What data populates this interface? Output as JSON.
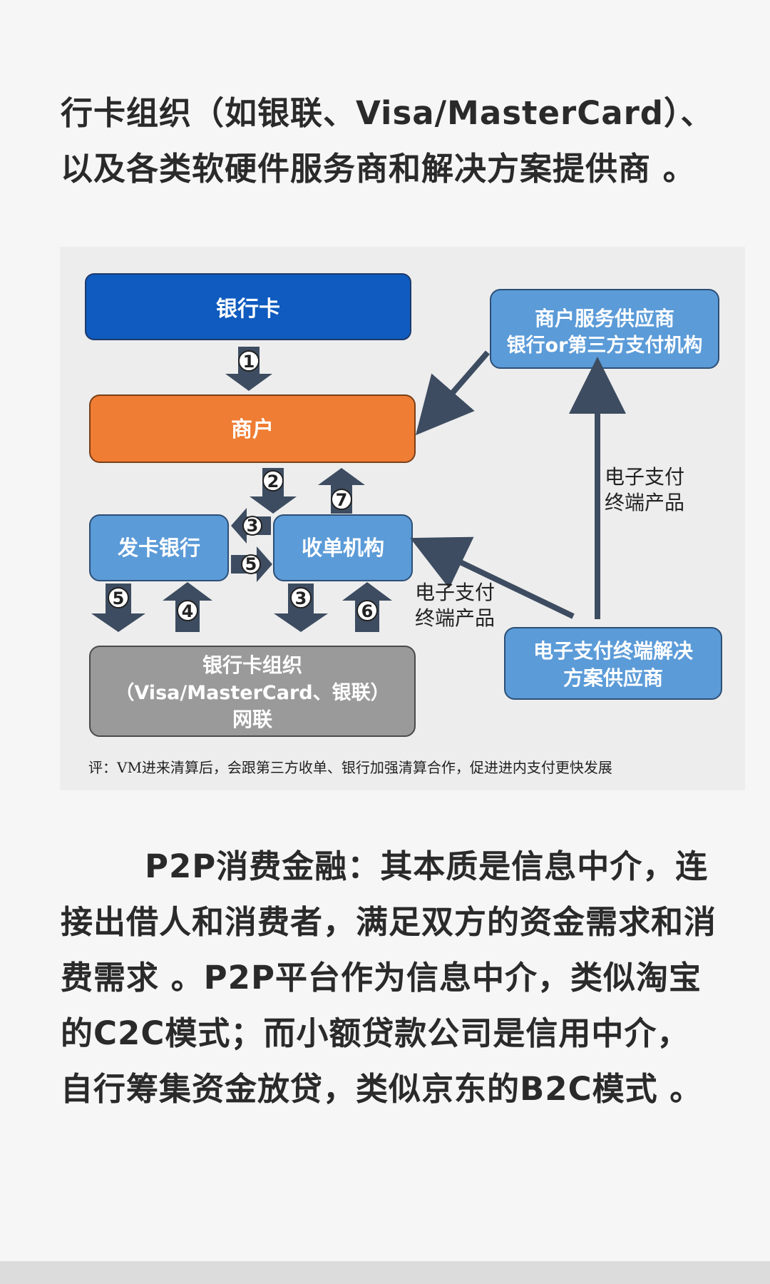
{
  "top_paragraph": {
    "line1": "行卡组织（如银联、Visa/MasterCard）、",
    "line2": "以及各类软硬件服务商和解决方案提供商 。"
  },
  "diagram": {
    "boxes": {
      "bank_card": "银行卡",
      "merchant_service_l1": "商户服务供应商",
      "merchant_service_l2": "银行or第三方支付机构",
      "merchant": "商户",
      "issuing_bank": "发卡银行",
      "acquirer": "收单机构",
      "card_org_l1": "银行卡组织",
      "card_org_l2": "（Visa/MasterCard、银联）",
      "card_org_l3": "网联",
      "terminal_provider_l1": "电子支付终端解决",
      "terminal_provider_l2": "方案供应商"
    },
    "labels": {
      "epay_right_l1": "电子支付",
      "epay_right_l2": "终端产品",
      "epay_mid_l1": "电子支付",
      "epay_mid_l2": "终端产品"
    },
    "steps": {
      "s1": "1",
      "s2": "2",
      "s3a": "3",
      "s5a": "5",
      "s7": "7",
      "s5b": "5",
      "s4": "4",
      "s3b": "3",
      "s6": "6"
    },
    "caption": "评：VM进来清算后，会跟第三方收单、银行加强清算合作，促进进内支付更快发展",
    "colors": {
      "bank_card": "#0f5bbf",
      "merchant": "#ef7d33",
      "light_blue": "#5b9bd8",
      "gray": "#9a9a9a",
      "arrow": "#3d4c60"
    }
  },
  "bottom_paragraph": {
    "line1": "P2P消费金融：其本质是信息中介，连",
    "line2": "接出借人和消费者，满足双方的资金需求和消",
    "line3": "费需求 。P2P平台作为信息中介，类似淘宝",
    "line4": "的C2C模式；而小额贷款公司是信用中介，",
    "line5": "自行筹集资金放贷，类似京东的B2C模式 。"
  }
}
